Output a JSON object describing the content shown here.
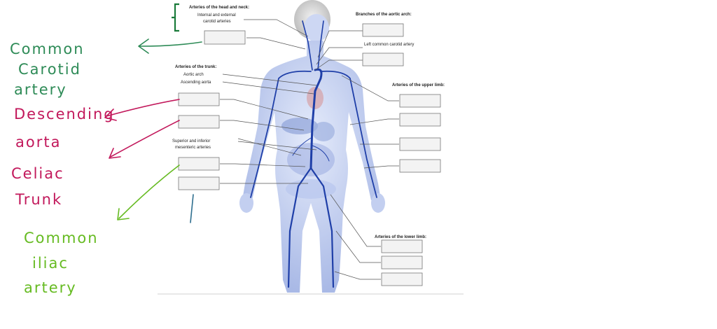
{
  "diagram": {
    "labels": {
      "head_neck_title": "Arteries of the head and neck:",
      "head_neck_sub_1": "Internal and external",
      "head_neck_sub_2": "carotid arteries",
      "aortic_arch_title": "Branches of the aortic arch:",
      "left_common_carotid": "Left common carotid artery",
      "trunk_title": "Arteries of the trunk:",
      "aortic_arch": "Aortic arch",
      "ascending_aorta": "Ascending aorta",
      "mesenteric_1": "Superior and inferior",
      "mesenteric_2": "mesenteric arteries",
      "upper_limb_title": "Arteries of the upper limb:",
      "lower_limb_title": "Arteries of the lower limb:"
    }
  },
  "annotations": {
    "common_carotid": {
      "lines": [
        "Common",
        "Carotid",
        "artery"
      ],
      "color": "#2e8b57"
    },
    "descending_aorta": {
      "lines": [
        "Descending",
        "aorta"
      ],
      "color": "#c2185b"
    },
    "celiac_trunk": {
      "lines": [
        "Celiac",
        "Trunk"
      ],
      "color": "#c2185b"
    },
    "common_iliac": {
      "lines": [
        "Common",
        "iliac",
        "artery"
      ],
      "color": "#66bb22"
    },
    "stray_mark_color": "#2f6f8f"
  }
}
